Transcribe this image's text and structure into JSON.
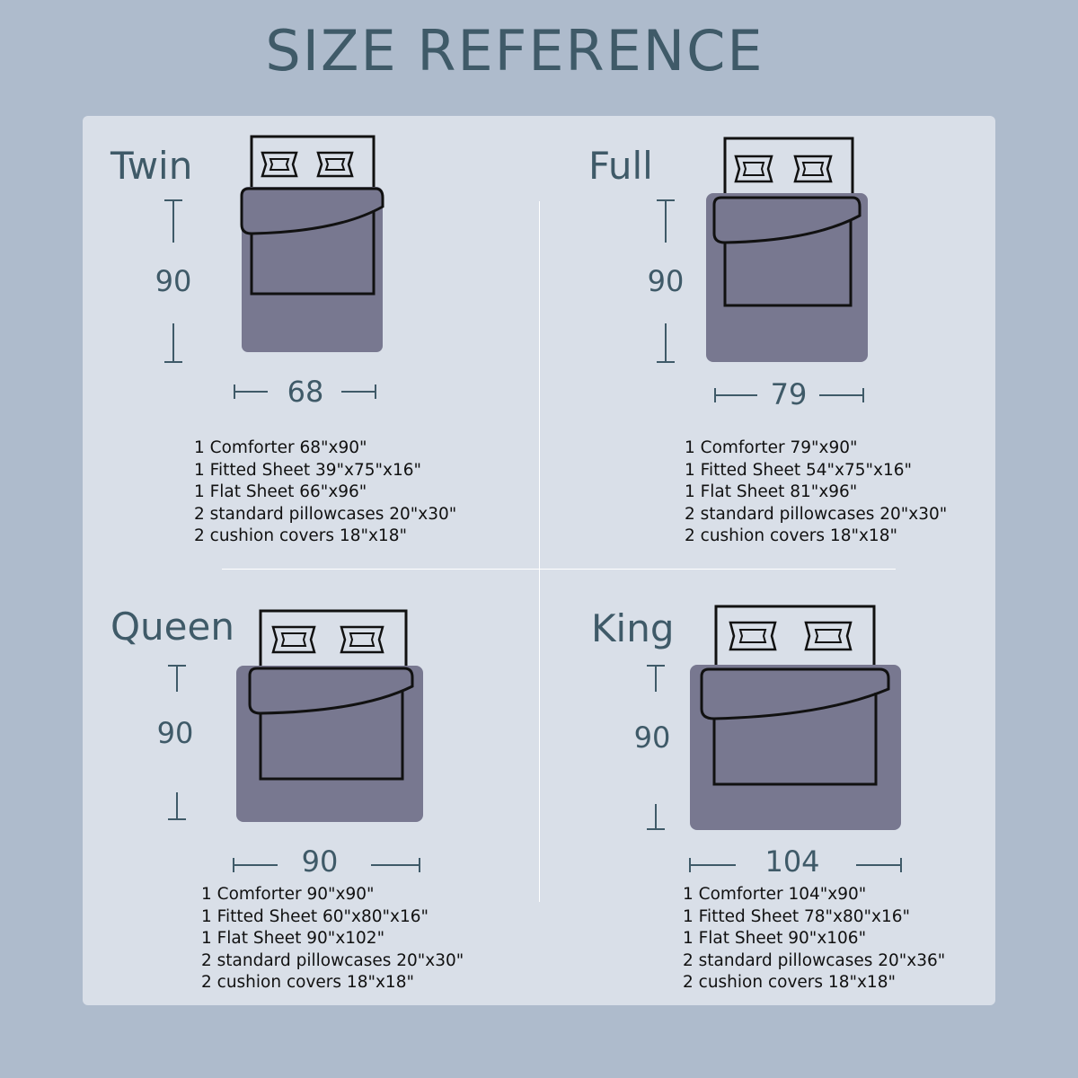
{
  "title": "SIZE REFERENCE",
  "colors": {
    "background": "#aebbcc",
    "panel": "#d9dfe8",
    "text_accent": "#3f5a68",
    "bed_fill": "#787890",
    "outline": "#111111",
    "headboard": "#d9dfe8"
  },
  "sizes": [
    {
      "name": "Twin",
      "length": "90",
      "width": "68",
      "contents": [
        "1 Comforter 68\"x90\"",
        "1 Fitted Sheet 39\"x75\"x16\"",
        "1 Flat Sheet 66\"x96\"",
        "2 standard pillowcases 20\"x30\"",
        "2 cushion covers 18\"x18\""
      ]
    },
    {
      "name": "Full",
      "length": "90",
      "width": "79",
      "contents": [
        "1 Comforter 79\"x90\"",
        "1 Fitted Sheet 54\"x75\"x16\"",
        "1 Flat Sheet 81\"x96\"",
        "2 standard pillowcases 20\"x30\"",
        "2 cushion covers 18\"x18\""
      ]
    },
    {
      "name": "Queen",
      "length": "90",
      "width": "90",
      "contents": [
        "1 Comforter 90\"x90\"",
        "1 Fitted Sheet 60\"x80\"x16\"",
        "1 Flat Sheet 90\"x102\"",
        "2 standard pillowcases 20\"x30\"",
        "2 cushion covers 18\"x18\""
      ]
    },
    {
      "name": "King",
      "length": "90",
      "width": "104",
      "contents": [
        "1 Comforter 104\"x90\"",
        "1 Fitted Sheet 78\"x80\"x16\"",
        "1 Flat Sheet 90\"x106\"",
        "2 standard pillowcases 20\"x36\"",
        "2 cushion covers 18\"x18\""
      ]
    }
  ]
}
